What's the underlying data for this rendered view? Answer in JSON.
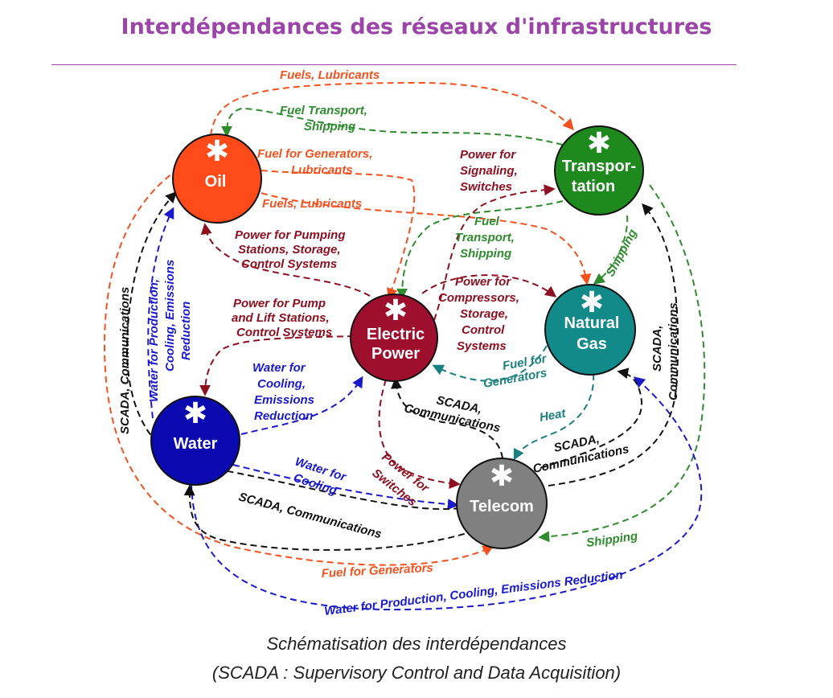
{
  "title": "Interdépendances des réseaux d'infrastructures",
  "colors": {
    "title": "#9b45a8",
    "oil": "#ff4a1a",
    "oil_arrow": "#f4511e",
    "transportation": "#1e8a1e",
    "transport_arrow": "#2e8b2e",
    "electric": "#9e0f2e",
    "electric_arrow": "#8e1020",
    "gas": "#138a8a",
    "gas_arrow": "#1a7f7f",
    "water": "#0a0ab0",
    "water_arrow": "#1a1acc",
    "telecom": "#808080",
    "scada_arrow": "#111111"
  },
  "nodes": {
    "oil": {
      "label": "Oil"
    },
    "transportation": {
      "label_line1": "Transpor-",
      "label_line2": "tation"
    },
    "electric": {
      "label_line1": "Electric",
      "label_line2": "Power"
    },
    "gas": {
      "label_line1": "Natural",
      "label_line2": "Gas"
    },
    "water": {
      "label": "Water"
    },
    "telecom": {
      "label": "Telecom"
    }
  },
  "edges": {
    "oil_transport_fuels": "Fuels, Lubricants",
    "transport_oil_line1": "Fuel Transport,",
    "transport_oil_line2": "Shipping",
    "oil_electric_line1": "Fuel for Generators,",
    "oil_electric_line2": "Lubricants",
    "oil_gas_fuels": "Fuels, Lubricants",
    "electric_transport_line1": "Power for",
    "electric_transport_line2": "Signaling,",
    "electric_transport_line3": "Switches",
    "transport_electric_line1": "Fuel",
    "transport_electric_line2": "Transport,",
    "transport_electric_line3": "Shipping",
    "transport_gas": "Shipping",
    "electric_oil_line1": "Power for Pumping",
    "electric_oil_line2": "Stations, Storage,",
    "electric_oil_line3": "Control Systems",
    "electric_gas_line1": "Power for",
    "electric_gas_line2": "Compressors,",
    "electric_gas_line3": "Storage,",
    "electric_gas_line4": "Control",
    "electric_gas_line5": "Systems",
    "gas_electric_line1": "Fuel for",
    "gas_electric_line2": "Generators",
    "electric_water_line1": "Power for Pump",
    "electric_water_line2": "and Lift Stations,",
    "electric_water_line3": "Control Systems",
    "water_electric_line1": "Water for",
    "water_electric_line2": "Cooling,",
    "water_electric_line3": "Emissions",
    "water_electric_line4": "Reduction",
    "water_oil_line1": "Water for Production,",
    "water_oil_line2": "Cooling, Emissions",
    "water_oil_line3": "Reduction",
    "telecom_oil": "SCADA, Communications",
    "telecom_electric_line1": "SCADA,",
    "telecom_electric_line2": "Communications",
    "gas_telecom": "Heat",
    "telecom_gas_line1": "SCADA,",
    "telecom_gas_line2": "Communications",
    "telecom_transport_line1": "SCADA,",
    "telecom_transport_line2": "Communications",
    "electric_telecom_line1": "Power for",
    "electric_telecom_line2": "Switches",
    "water_telecom_line1": "Water for",
    "water_telecom_line2": "Cooling",
    "telecom_water": "SCADA, Communications",
    "transport_telecom": "Shipping",
    "oil_telecom": "Fuel for Generators",
    "water_gas": "Water for Production, Cooling,  Emissions Reduction"
  },
  "caption_line1": "Schématisation des interdépendances",
  "caption_line2": "(SCADA : Supervisory Control and Data Acquisition)"
}
